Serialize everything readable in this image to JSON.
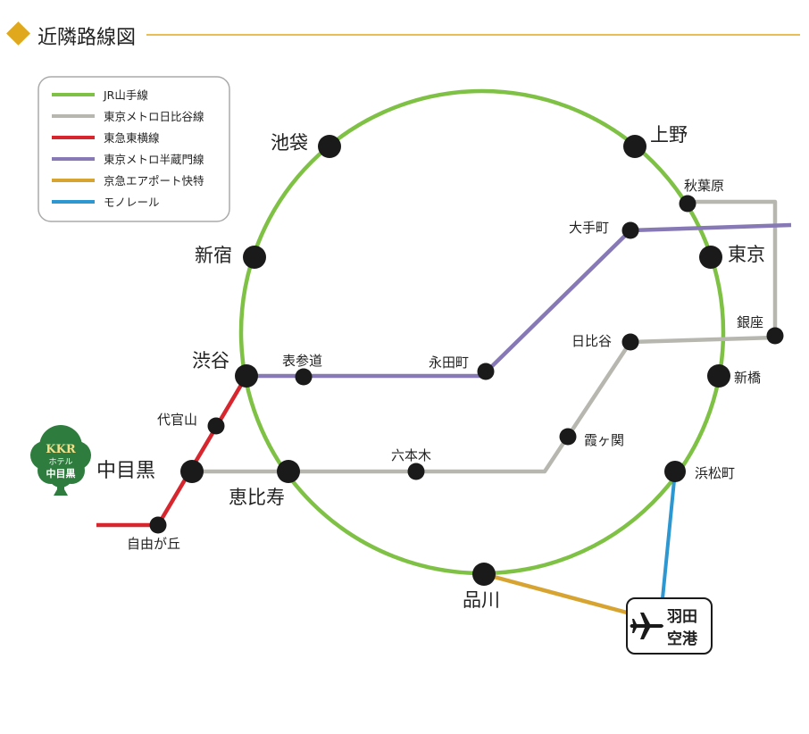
{
  "title": "近隣路線図",
  "colors": {
    "accent": "#e0a91d",
    "yamanote": "#7ec145",
    "hibiya": "#b7b7b0",
    "toyoko": "#d7262e",
    "hanzomon": "#8679b5",
    "airport_express": "#d8a431",
    "monorail": "#2d97d2",
    "station": "#1a1a1a",
    "hotel_logo": "#2e7d3e"
  },
  "legend": [
    {
      "label": "JR山手線",
      "color": "#7ec145"
    },
    {
      "label": "東京メトロ日比谷線",
      "color": "#b7b7b0"
    },
    {
      "label": "東急東横線",
      "color": "#d7262e"
    },
    {
      "label": "東京メトロ半蔵門線",
      "color": "#8679b5"
    },
    {
      "label": "京急エアポート快特",
      "color": "#d8a431"
    },
    {
      "label": "モノレール",
      "color": "#2d97d2"
    }
  ],
  "stations": {
    "ikebukuro": "池袋",
    "ueno": "上野",
    "akihabara": "秋葉原",
    "otemachi": "大手町",
    "tokyo": "東京",
    "shinjuku": "新宿",
    "ginza": "銀座",
    "hibiya": "日比谷",
    "shibuya": "渋谷",
    "omotesando": "表参道",
    "nagatacho": "永田町",
    "shinbashi": "新橋",
    "daikanyama": "代官山",
    "kasumigaseki": "霞ヶ関",
    "roppongi": "六本木",
    "nakameguro": "中目黒",
    "ebisu": "恵比寿",
    "hamamatsucho": "浜松町",
    "jiyugaoka": "自由が丘",
    "shinagawa": "品川"
  },
  "airport": {
    "line1": "羽田",
    "line2": "空港",
    "icon": "airplane-icon"
  },
  "hotel": {
    "brand": "KKR",
    "type": "ホテル",
    "name": "中目黒",
    "icon": "tree-logo-icon"
  }
}
